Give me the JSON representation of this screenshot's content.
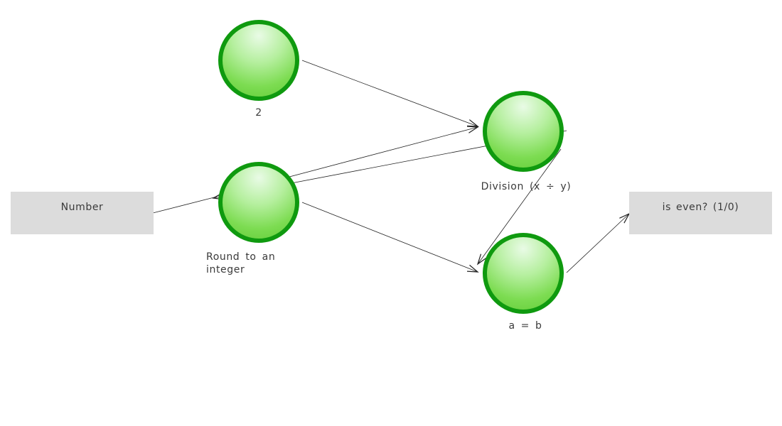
{
  "diagram": {
    "nodes": {
      "input_number": {
        "label": "Number"
      },
      "const_two": {
        "label": "2"
      },
      "round": {
        "label": "Round to an integer"
      },
      "division": {
        "label": "Division (x ÷ y)"
      },
      "equals": {
        "label": "a = b"
      },
      "output_even": {
        "label": "is even? (1/0)"
      }
    },
    "edges": [
      {
        "from": "const_two",
        "to": "division"
      },
      {
        "from": "round",
        "to": "division"
      },
      {
        "from": "division",
        "to": "round"
      },
      {
        "from": "round",
        "to": "equals"
      },
      {
        "from": "division",
        "to": "equals"
      },
      {
        "from": "input_number",
        "to": "round"
      },
      {
        "from": "equals",
        "to": "output_even"
      }
    ],
    "colors": {
      "node_fill": "#7ddc52",
      "node_border": "#0f9a0f",
      "box_fill": "#dcdcdc",
      "edge": "#222222"
    }
  }
}
